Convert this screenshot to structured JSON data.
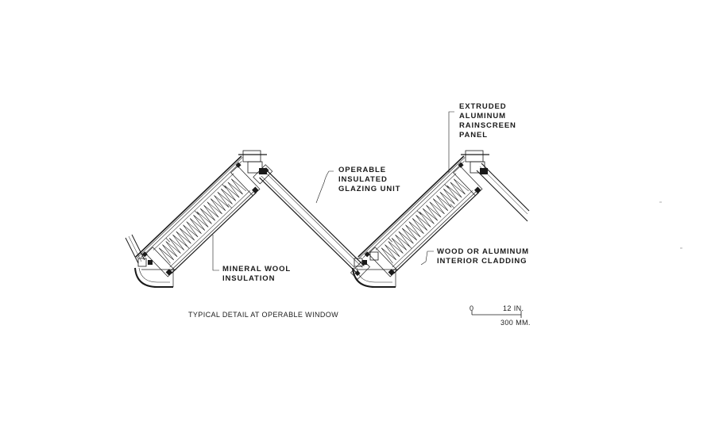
{
  "labels": {
    "extruded_panel": [
      "EXTRUDED",
      "ALUMINUM",
      "RAINSCREEN",
      "PANEL"
    ],
    "glazing_unit": [
      "OPERABLE",
      "INSULATED",
      "GLAZING UNIT"
    ],
    "mineral_wool": [
      "MINERAL WOOL",
      "INSULATION"
    ],
    "interior_cladding": [
      "WOOD OR ALUMINUM",
      "INTERIOR CLADDING"
    ]
  },
  "caption": "TYPICAL DETAIL AT OPERABLE WINDOW",
  "scale_bar": {
    "zero": "0",
    "imperial": "12 IN.",
    "metric": "300 MM."
  },
  "colors": {
    "line": "#1a1a1a",
    "light_line": "#6a6a6a"
  }
}
